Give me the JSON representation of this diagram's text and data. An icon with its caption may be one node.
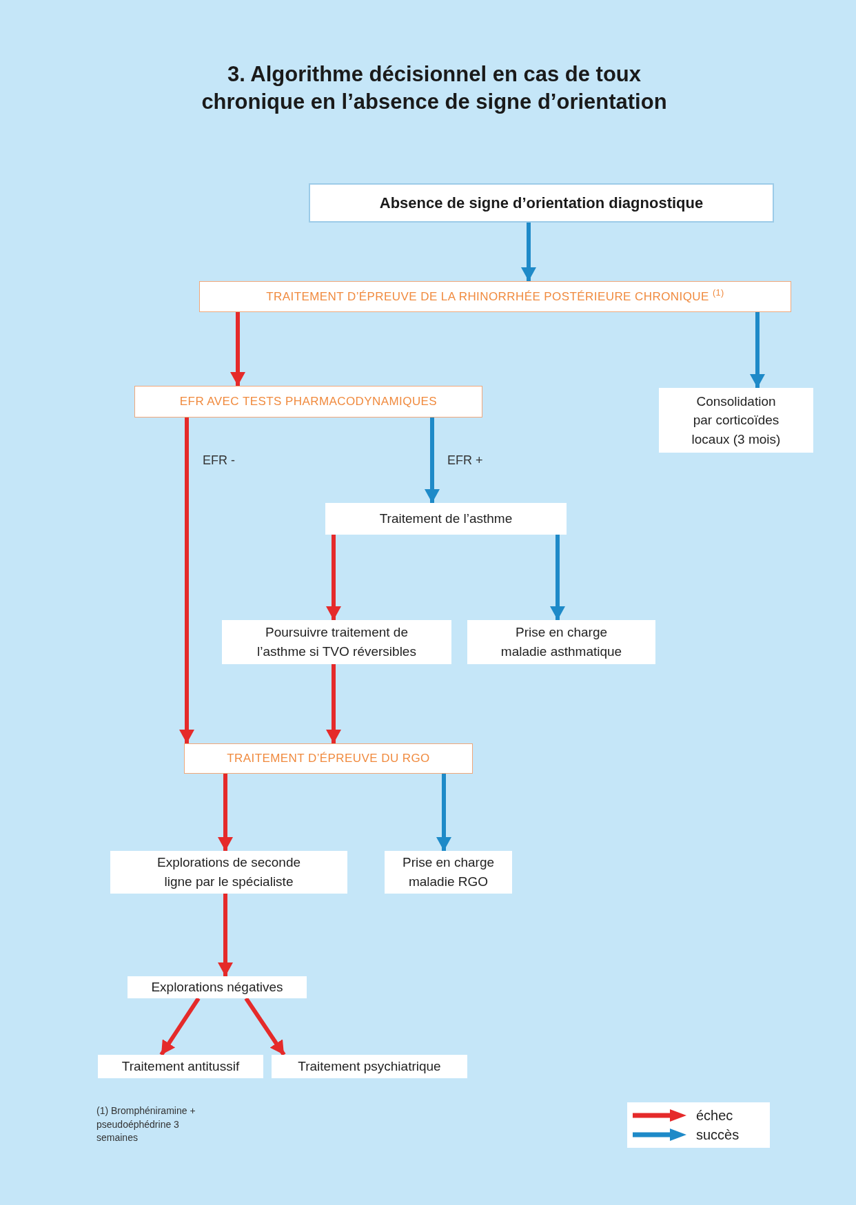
{
  "diagram": {
    "title": "3. Algorithme décisionnel en cas de toux chronique en l’absence de signe d’orientation",
    "nodes": [
      {
        "text": [
          "Absence de signe d’orientation diagnostique"
        ]
      },
      {
        "text": [
          "TRAITEMENT D’ÉPREUVE DE LA RHINORRHÉE POSTÉRIEURE CHRONIQUE $^{(1)}$"
        ]
      },
      {
        "text": [
          "EFR AVEC TESTS PHARMACODYNAMIQUES"
        ]
      },
      {
        "text": [
          "Consolidation par corticoïdes locaux (3 mois)"
        ]
      },
      {
        "text": [
          "Traitement de l’asthme"
        ]
      },
      {
        "text": [
          "Poursuivre traitement de l’asthme si TVO réversibles"
        ]
      },
      {
        "text": [
          "Prise en charge maladie asthmatique"
        ]
      },
      {
        "text": [
          "TRAITEMENT D’ÉPREUVE DU RGO"
        ]
      },
      {
        "text": [
          "Explorations de seconde ligne par le spécialiste"
        ]
      },
      {
        "text": [
          "Prise en charge maladie RGO"
        ]
      },
      {
        "text": [
          "Explorations négatives"
        ]
      },
      {
        "text": [
          "Traitement antitussif"
        ]
      },
      {
        "text": [
          "Traitement psychiatrique"
        ]
      }
    ],
    "edges": [
      {
        "from": 0,
        "to": 1,
        "arrow": "to",
        "color": "#1e8ac8"
      },
      {
        "from": 1,
        "to": 2,
        "arrow": "to"
      },
      {
        "from": 1,
        "to": 3,
        "arrow": "to",
        "color": "#1e8ac8"
      },
      {
        "from": 2,
        "to": 7,
        "arrow": "to",
        "label": "EFR -"
      },
      {
        "from": 2,
        "to": 4,
        "arrow": "to",
        "label": "EFR +",
        "color": "#1e8ac8"
      },
      {
        "from": 4,
        "to": 5,
        "arrow": "to"
      },
      {
        "from": 4,
        "to": 6,
        "arrow": "to",
        "color": "#1e8ac8"
      },
      {
        "from": 5,
        "to": 7,
        "arrow": "to"
      },
      {
        "from": 7,
        "to": 8,
        "arrow": "to"
      },
      {
        "from": 7,
        "to": 9,
        "arrow": "to",
        "color": "#1e8ac8"
      },
      {
        "from": 8,
        "to": 10,
        "arrow": "to"
      },
      {
        "from": 10,
        "to": 11,
        "arrow": "to"
      },
      {
        "from": 10,
        "to": 12,
        "arrow": "to"
      }
    ],
    "labels": [
      "(1) Bromphéniramine + pseudoéphédrine 3 semaines"
    ],
    "legend": [
      {
        "text": "échec",
        "color": "#e52a2a"
      },
      {
        "text": "succès",
        "color": "#1e8ac8"
      }
    ]
  }
}
